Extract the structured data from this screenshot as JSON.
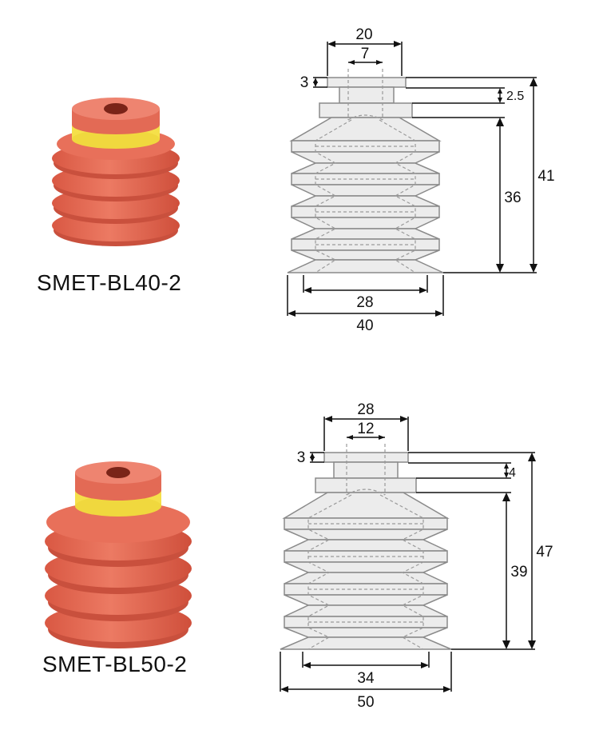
{
  "colors": {
    "body": "#e36a55",
    "body_shadow": "#c9503d",
    "ring": "#f5e04a",
    "outline": "#8a8a8a",
    "fill": "#ececec",
    "hidden_line": "#9a9a9a",
    "dim_line": "#111111"
  },
  "products": [
    {
      "model": "SMET-BL40-2",
      "dims": {
        "top_width": "20",
        "bore": "7",
        "top_thickness": "3",
        "neck_step": "2.5",
        "bellows_height": "36",
        "total_height": "41",
        "base_inner": "28",
        "base_outer": "40"
      }
    },
    {
      "model": "SMET-BL50-2",
      "dims": {
        "top_width": "28",
        "bore": "12",
        "top_thickness": "3",
        "neck_step": "4",
        "bellows_height": "39",
        "total_height": "47",
        "base_inner": "34",
        "base_outer": "50"
      }
    }
  ]
}
